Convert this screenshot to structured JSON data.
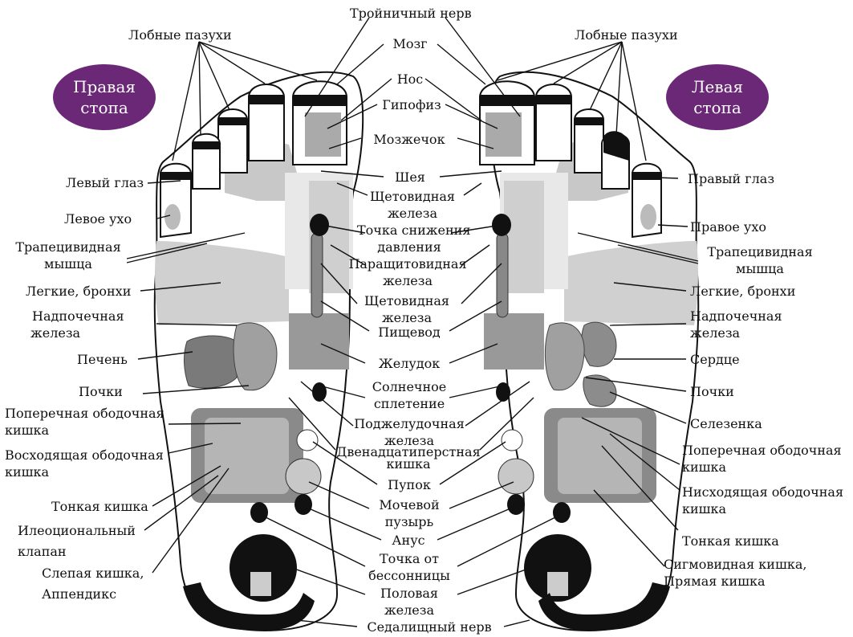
{
  "badges": {
    "right": [
      "Правая",
      "стопа"
    ],
    "left": [
      "Левая",
      "стопа"
    ]
  },
  "labels_center": [
    [
      "Тройничный нерв"
    ],
    [
      "Мозг"
    ],
    [
      "Нос"
    ],
    [
      "Гипофиз"
    ],
    [
      "Мозжечок"
    ],
    [
      "Шея"
    ],
    [
      "Щетовидная",
      "железа"
    ],
    [
      "Точка снижения",
      "давления"
    ],
    [
      "Паращитовидная",
      "железа"
    ],
    [
      "Щетовидная",
      "железа"
    ],
    [
      "Пищевод"
    ],
    [
      "Желудок"
    ],
    [
      "Солнечное",
      "сплетение"
    ],
    [
      "Поджелудочная",
      "железа"
    ],
    [
      "Двенадцатиперстная",
      "кишка"
    ],
    [
      "Пупок"
    ],
    [
      "Мочевой",
      "пузырь"
    ],
    [
      "Анус"
    ],
    [
      "Точка от",
      "бессонницы"
    ],
    [
      "Половая",
      "железа"
    ],
    [
      "Седалищный нерв"
    ]
  ],
  "labels_left": [
    [
      "Лобные пазухи"
    ],
    [
      "Левый глаз"
    ],
    [
      "Левое ухо"
    ],
    [
      "Трапецивидная",
      "мышца"
    ],
    [
      "Легкие, бронхи"
    ],
    [
      "Надпочечная",
      "железа"
    ],
    [
      "Печень"
    ],
    [
      "Почки"
    ],
    [
      "Поперечная ободочная",
      "кишка"
    ],
    [
      "Восходящая ободочная",
      "кишка"
    ],
    [
      "Тонкая кишка"
    ],
    [
      "Илеоциональный",
      "клапан"
    ],
    [
      "Слепая кишка,",
      "Аппендикс"
    ]
  ],
  "labels_right": [
    [
      "Лобные пазухи"
    ],
    [
      "Правый глаз"
    ],
    [
      "Правое ухо"
    ],
    [
      "Трапецивидная",
      "мышца"
    ],
    [
      "Легкие, бронхи"
    ],
    [
      "Надпочечная",
      "железа"
    ],
    [
      "Сердце"
    ],
    [
      "Почки"
    ],
    [
      "Селезенка"
    ],
    [
      "Поперечная ободочная",
      "кишка"
    ],
    [
      "Нисходящая ободочная",
      "кишка"
    ],
    [
      "Тонкая кишка"
    ],
    [
      "Сигмовидная кишка,",
      "Прямая кишка"
    ]
  ]
}
